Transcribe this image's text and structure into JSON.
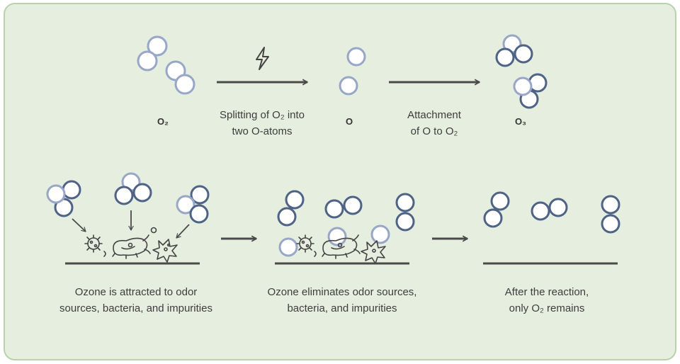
{
  "top": {
    "o2_label": "O₂",
    "step1_label_line1": "Splitting of O₂ into",
    "step1_label_line2": "two O-atoms",
    "o_label": "O",
    "step2_label_line1": "Attachment",
    "step2_label_line2": "of O to O₂",
    "o3_label": "O₃"
  },
  "bottom": {
    "stage1_line1": "Ozone is attracted to odor",
    "stage1_line2": "sources, bacteria, and impurities",
    "stage2_line1": "Ozone eliminates odor sources,",
    "stage2_line2": "bacteria, and impurities",
    "stage3_line1": "After the reaction,",
    "stage3_line2": "only O₂ remains"
  },
  "icons": {
    "energy": "lightning-bolt-icon",
    "arrow": "arrow-right-icon",
    "pointer": "arrow-down-icon",
    "microbes": [
      "virus-icon",
      "bacterium-icon",
      "amoeba-icon"
    ]
  },
  "colors": {
    "background": "#e6eee0",
    "border": "#b8d2ae",
    "molecule_dark": "#4e6385",
    "molecule_light": "#98a7c7",
    "line": "#4a4a4a",
    "text": "#3d3d3d"
  }
}
